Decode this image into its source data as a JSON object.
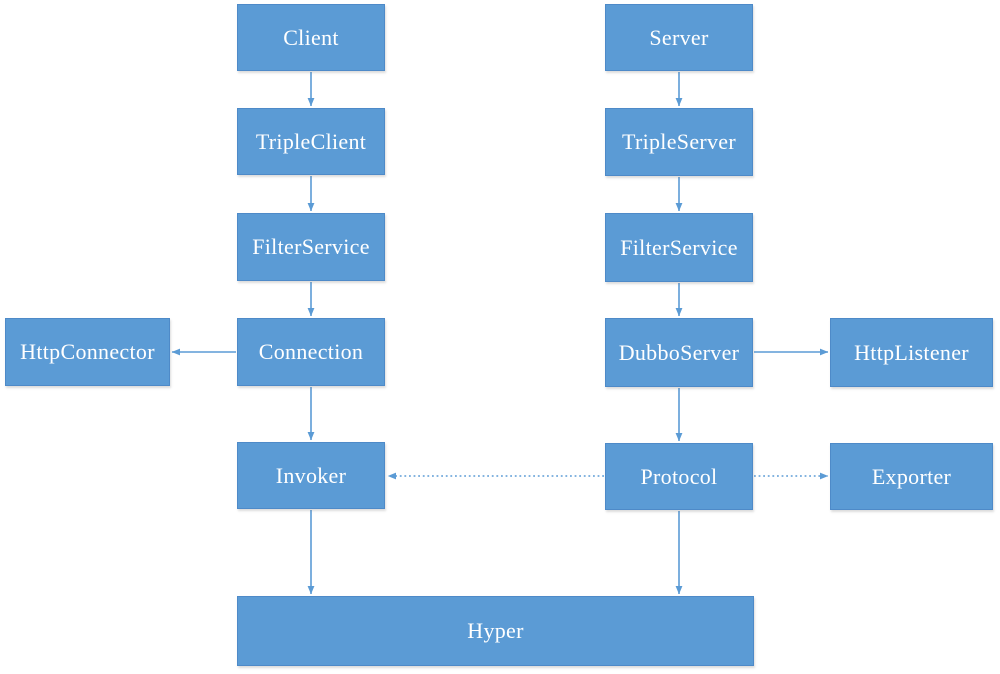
{
  "diagram": {
    "nodes": {
      "client": {
        "label": "Client"
      },
      "triple_client": {
        "label": "TripleClient"
      },
      "filter_service_client": {
        "label": "FilterService"
      },
      "connection": {
        "label": "Connection"
      },
      "http_connector": {
        "label": "HttpConnector"
      },
      "invoker": {
        "label": "Invoker"
      },
      "server": {
        "label": "Server"
      },
      "triple_server": {
        "label": "TripleServer"
      },
      "filter_service_server": {
        "label": "FilterService"
      },
      "dubbo_server": {
        "label": "DubboServer"
      },
      "http_listener": {
        "label": "HttpListener"
      },
      "protocol": {
        "label": "Protocol"
      },
      "exporter": {
        "label": "Exporter"
      },
      "hyper": {
        "label": "Hyper"
      }
    },
    "edges": [
      {
        "from": "Client",
        "to": "TripleClient",
        "style": "solid"
      },
      {
        "from": "TripleClient",
        "to": "FilterService (client side)",
        "style": "solid"
      },
      {
        "from": "FilterService (client side)",
        "to": "Connection",
        "style": "solid"
      },
      {
        "from": "Connection",
        "to": "HttpConnector",
        "style": "solid"
      },
      {
        "from": "Connection",
        "to": "Invoker",
        "style": "solid"
      },
      {
        "from": "Invoker",
        "to": "Hyper",
        "style": "solid"
      },
      {
        "from": "Server",
        "to": "TripleServer",
        "style": "solid"
      },
      {
        "from": "TripleServer",
        "to": "FilterService (server side)",
        "style": "solid"
      },
      {
        "from": "FilterService (server side)",
        "to": "DubboServer",
        "style": "solid"
      },
      {
        "from": "DubboServer",
        "to": "HttpListener",
        "style": "solid"
      },
      {
        "from": "DubboServer",
        "to": "Protocol",
        "style": "solid"
      },
      {
        "from": "Protocol",
        "to": "Hyper",
        "style": "solid"
      },
      {
        "from": "Protocol",
        "to": "Invoker",
        "style": "dotted"
      },
      {
        "from": "Protocol",
        "to": "Exporter",
        "style": "dotted"
      }
    ],
    "colors": {
      "box_fill": "#5B9BD5",
      "box_border": "#4E8AC8",
      "arrow": "#5B9BD5",
      "text": "#FFFFFF",
      "background": "#FFFFFF"
    }
  }
}
